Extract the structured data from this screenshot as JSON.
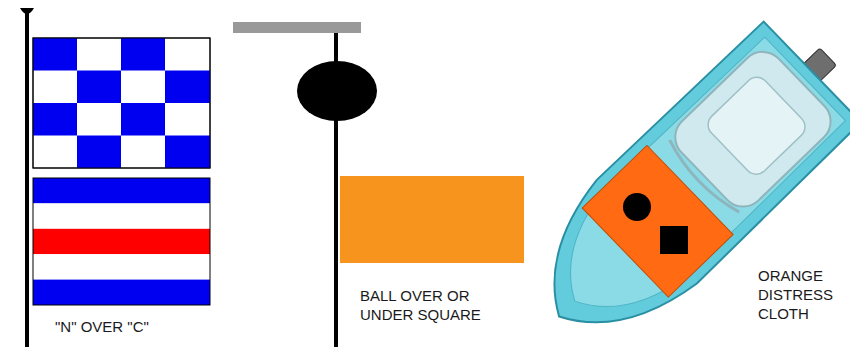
{
  "diagram": {
    "labels": [
      "\"N\" OVER \"C\"",
      "BALL OVER OR UNDER SQUARE",
      "ORANGE DISTRESS CLOTH"
    ]
  }
}
